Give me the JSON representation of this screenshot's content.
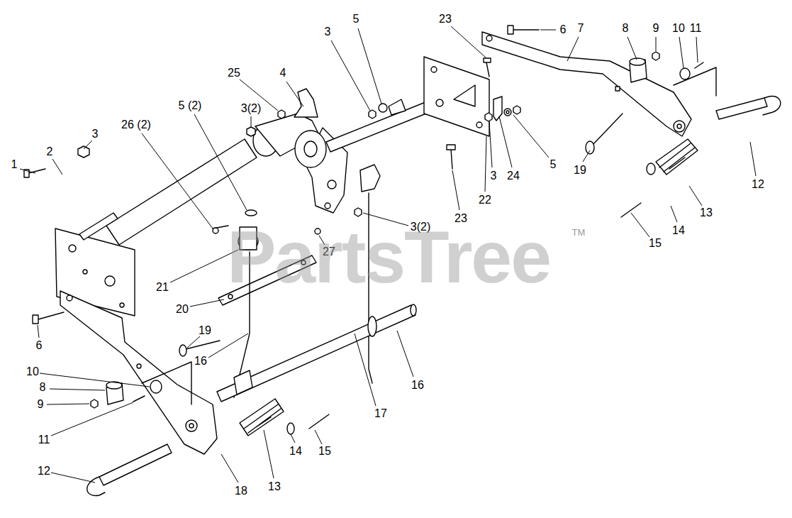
{
  "diagram": {
    "labels": [
      "23",
      "5",
      "6",
      "7",
      "8",
      "9",
      "10",
      "11",
      "3",
      "4",
      "25",
      "3(2)",
      "5 (2)",
      "26 (2)",
      "3",
      "2",
      "1",
      "19",
      "5",
      "24",
      "3",
      "22",
      "12",
      "13",
      "14",
      "15",
      "3(2)",
      "23",
      "27",
      "21",
      "20",
      "19",
      "16",
      "6",
      "17",
      "16",
      "10",
      "8",
      "9",
      "11",
      "12",
      "18",
      "13",
      "14",
      "15",
      "PartsTree",
      "TM"
    ]
  }
}
